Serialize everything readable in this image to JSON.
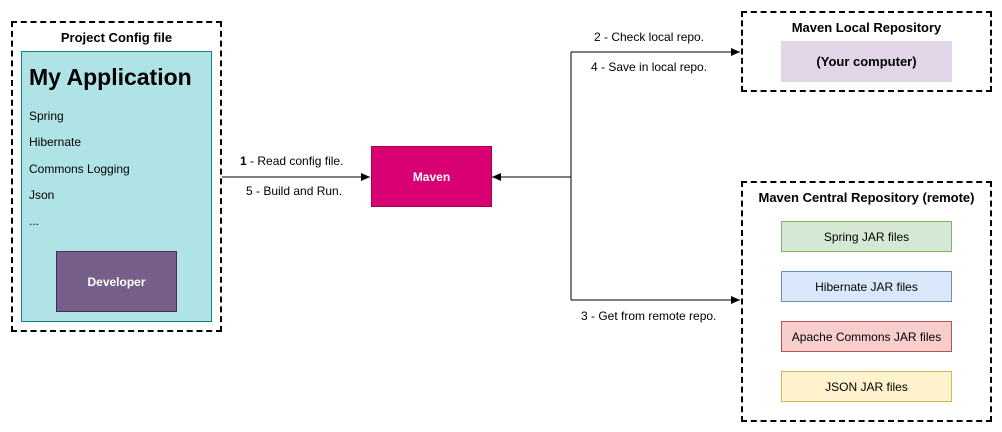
{
  "project": {
    "title": "Project Config file",
    "app_title": "My Application",
    "libraries": [
      "Spring",
      "Hibernate",
      "Commons Logging",
      "Json",
      "..."
    ],
    "developer_label": "Developer"
  },
  "maven": {
    "label": "Maven"
  },
  "local_repo": {
    "title": "Maven Local Repository",
    "inner_label": "(Your computer)"
  },
  "central_repo": {
    "title": "Maven Central Repository (remote)",
    "jars": [
      "Spring JAR files",
      "Hibernate JAR files",
      "Apache Commons JAR files",
      "JSON JAR files"
    ]
  },
  "edges": {
    "step1_num": "1",
    "step1_text": " - Read config file.",
    "step5": "5 - Build and Run.",
    "step2": "2 - Check local repo.",
    "step4": "4 - Save in local repo.",
    "step3": "3 - Get from remote repo."
  },
  "colors": {
    "app_panel": "#b0e3e6",
    "developer": "#76608a",
    "maven": "#d80073",
    "local_inner": "#e1d5e7",
    "spring_jar": "#d5e8d4",
    "hibernate_jar": "#dae8fc",
    "apache_jar": "#f8cecc",
    "json_jar": "#fff2cc"
  }
}
